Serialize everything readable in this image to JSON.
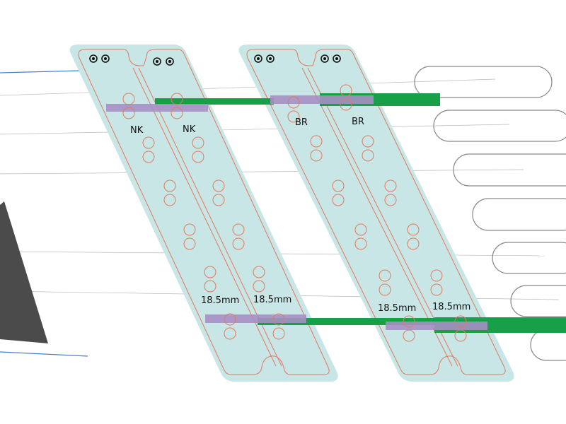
{
  "colors": {
    "background": "#ffffff",
    "panel_fill": "#c9e6e6",
    "cut_line": "#e07a5f",
    "green_strip": "#17a048",
    "purple_strip": "#a58fc4",
    "blue_line": "#4a7fc8",
    "guide_line": "#b9b9b9",
    "dark_shape": "#4b4b4b",
    "slot_stroke": "#8a8a8a",
    "screw_hole": "#111111"
  },
  "labels": {
    "left_a": "NK",
    "left_b": "NK",
    "right_a": "BR",
    "right_b": "BR",
    "dim_left_a": "18.5mm",
    "dim_left_b": "18.5mm",
    "dim_right_a": "18.5mm",
    "dim_right_b": "18.5mm"
  }
}
